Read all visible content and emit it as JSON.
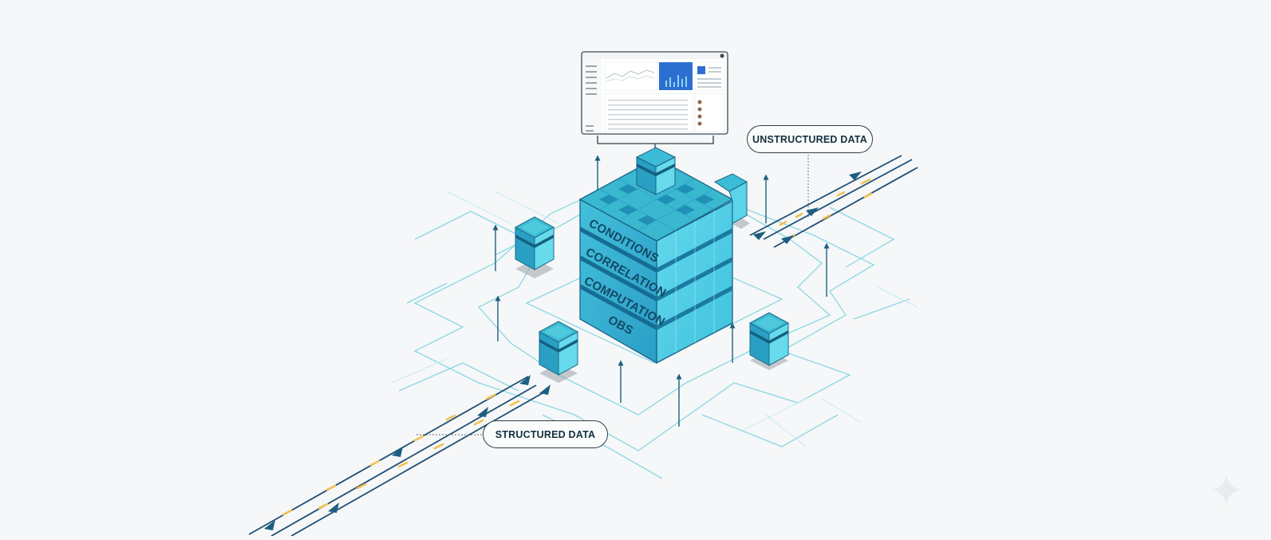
{
  "labels": {
    "unstructured": "UNSTRUCTURED DATA",
    "structured": "STRUCTURED DATA"
  },
  "layers": [
    "CONDITIONS",
    "CORRELATION",
    "COMPUTATION",
    "OBS"
  ],
  "icons": {
    "satellite_nodes": "cube-node-icon",
    "arrows": "arrow-up-icon",
    "flow": "data-stream-icon",
    "corner": "sparkle-icon"
  },
  "colors": {
    "background": "#f6f7f8",
    "cube_top": "#35b6cc",
    "cube_left": "#2a9fc4",
    "cube_right": "#5fd8ea",
    "band_dark": "#166d93",
    "circuit": "#7fd3e0",
    "arrow": "#1d5f80",
    "stream_dash": "#f2c14e",
    "label_text": "#12303d"
  }
}
